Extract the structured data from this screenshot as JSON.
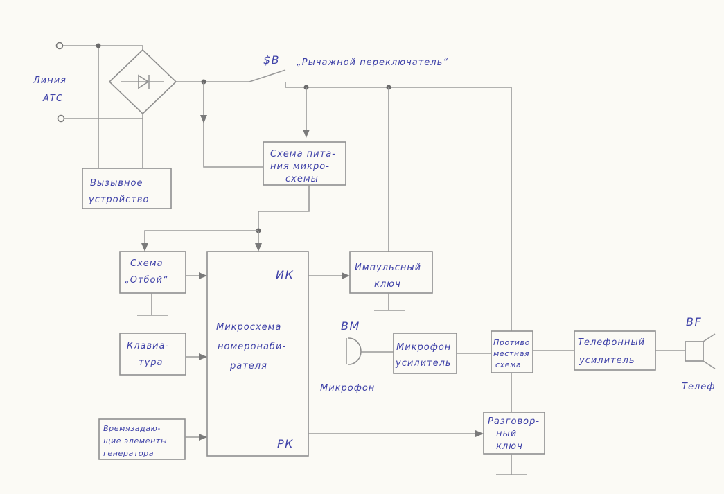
{
  "labels": {
    "line_1": "Линия",
    "line_2": "АТС",
    "switch_ref": "$B",
    "switch_name": "„Рычажной переключатель“",
    "power_1": "Схема пита-",
    "power_2": "ния микро-",
    "power_3": "схемы",
    "ringer_1": "Вызывное",
    "ringer_2": "устройство",
    "otboi_1": "Схема",
    "otboi_2": "„Отбой“",
    "keyboard_1": "Клавиа-",
    "keyboard_2": "тура",
    "timing_1": "Времязадаю-",
    "timing_2": "щие элементы",
    "timing_3": "генератора",
    "chip_ik": "ИК",
    "chip_1": "Микросхема",
    "chip_2": "номеронаби-",
    "chip_3": "рателя",
    "chip_rk": "РК",
    "pulse_1": "Импульсный",
    "pulse_2": "ключ",
    "bm": "ВМ",
    "mic": "Микрофон",
    "micamp_1": "Микрофон",
    "micamp_2": "усилитель",
    "anti_1": "Противо",
    "anti_2": "местная",
    "anti_3": "схема",
    "telamp_1": "Телефонный",
    "telamp_2": "усилитель",
    "bf": "BF",
    "tel": "Телеф",
    "talk_1": "Разговор-",
    "talk_2": "ный",
    "talk_3": "ключ"
  }
}
